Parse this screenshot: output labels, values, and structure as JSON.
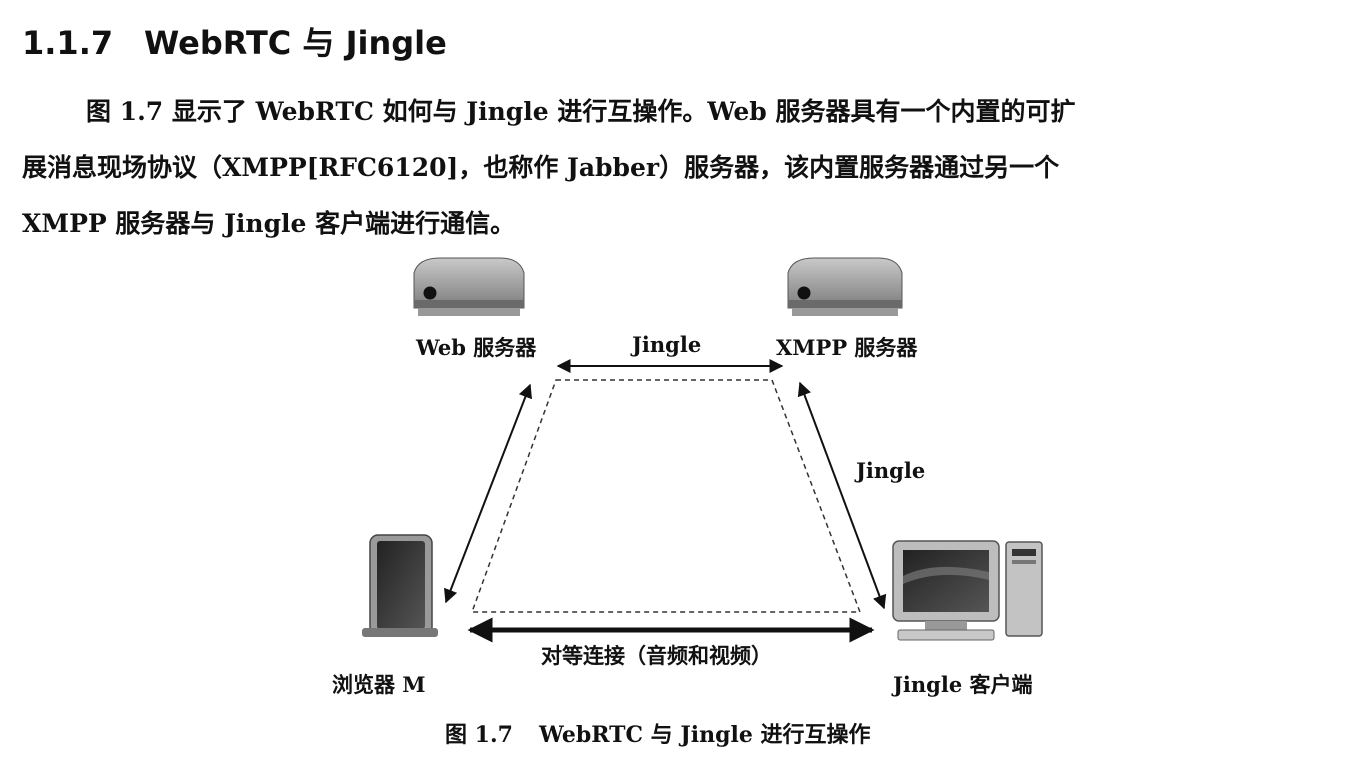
{
  "section": {
    "number": "1.1.7",
    "title": "WebRTC 与 Jingle"
  },
  "paragraph": {
    "lines": [
      "图 1.7 显示了 WebRTC 如何与 Jingle 进行互操作。Web 服务器具有一个内置的可扩",
      "展消息现场协议（XMPP[RFC6120]，也称作 Jabber）服务器，该内置服务器通过另一个",
      "XMPP 服务器与 Jingle 客户端进行通信。"
    ]
  },
  "figure": {
    "nodes": {
      "web_server": "Web 服务器",
      "xmpp_server": "XMPP 服务器",
      "browser": "浏览器 M",
      "jingle_client": "Jingle 客户端"
    },
    "links": {
      "top": "Jingle",
      "right": "Jingle",
      "bottom": "对等连接（音频和视频）"
    },
    "caption_number": "图 1.7",
    "caption_text": "WebRTC 与 Jingle 进行互操作"
  }
}
